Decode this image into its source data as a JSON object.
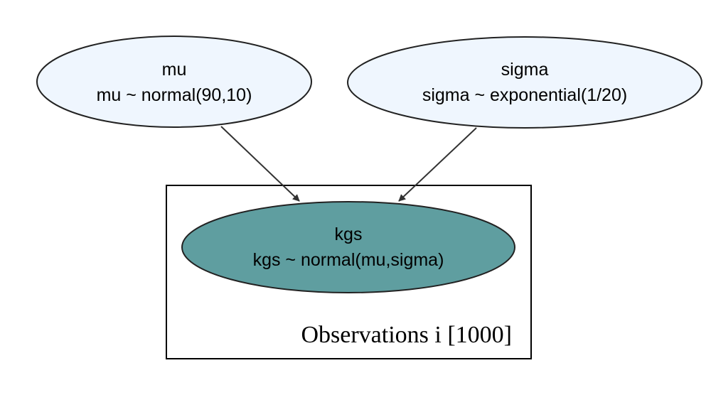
{
  "nodes": {
    "mu": {
      "title": "mu",
      "distribution": "mu ~ normal(90,10)",
      "fill": "#eff6fe",
      "observed": false
    },
    "sigma": {
      "title": "sigma",
      "distribution": "sigma ~ exponential(1/20)",
      "fill": "#eff6fe",
      "observed": false
    },
    "kgs": {
      "title": "kgs",
      "distribution": "kgs ~ normal(mu,sigma)",
      "fill": "#5f9ea0",
      "observed": true
    }
  },
  "edges": [
    {
      "from": "mu",
      "to": "kgs"
    },
    {
      "from": "sigma",
      "to": "kgs"
    }
  ],
  "plate": {
    "label": "Observations i [1000]"
  },
  "colors": {
    "stroke": "#222222",
    "edge": "#333333"
  }
}
